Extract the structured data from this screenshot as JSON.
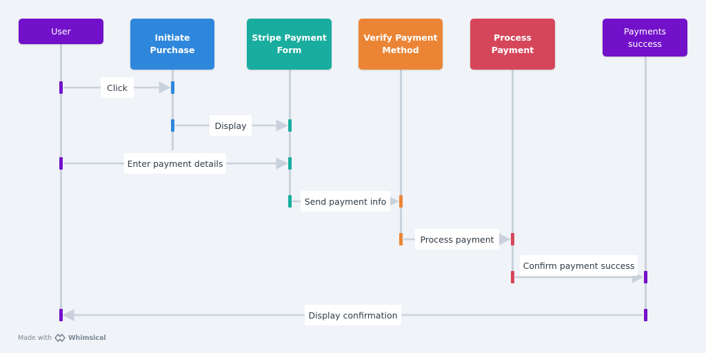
{
  "colors": {
    "background": "#f0f3f7",
    "line": "#c9d2dc",
    "user": "#7211c9",
    "initiate": "#2f87dc",
    "stripe": "#19ad9f",
    "verify": "#eb8535",
    "process": "#d6465a",
    "success": "#7211c9"
  },
  "actors": [
    {
      "id": "user",
      "label": "User",
      "color": "#7211c9"
    },
    {
      "id": "initiate",
      "label": "Initiate\nPurchase",
      "color": "#2f87dc"
    },
    {
      "id": "stripe",
      "label": "Stripe Payment\nForm",
      "color": "#19ad9f"
    },
    {
      "id": "verify",
      "label": "Verify Payment\nMethod",
      "color": "#eb8535"
    },
    {
      "id": "process",
      "label": "Process\nPayment",
      "color": "#d6465a"
    },
    {
      "id": "success",
      "label": "Payments\nsuccess",
      "color": "#7211c9"
    }
  ],
  "messages": [
    {
      "from": "user",
      "to": "initiate",
      "label": "Click"
    },
    {
      "from": "initiate",
      "to": "stripe",
      "label": "Display"
    },
    {
      "from": "user",
      "to": "stripe",
      "label": "Enter payment details"
    },
    {
      "from": "stripe",
      "to": "verify",
      "label": "Send payment info"
    },
    {
      "from": "verify",
      "to": "process",
      "label": "Process payment"
    },
    {
      "from": "process",
      "to": "success",
      "label": "Confirm payment success"
    },
    {
      "from": "success",
      "to": "user",
      "label": "Display confirmation"
    }
  ],
  "footer": {
    "made_with": "Made with",
    "brand": "Whimsical",
    "logo_icon": "whimsical-logo-icon"
  }
}
